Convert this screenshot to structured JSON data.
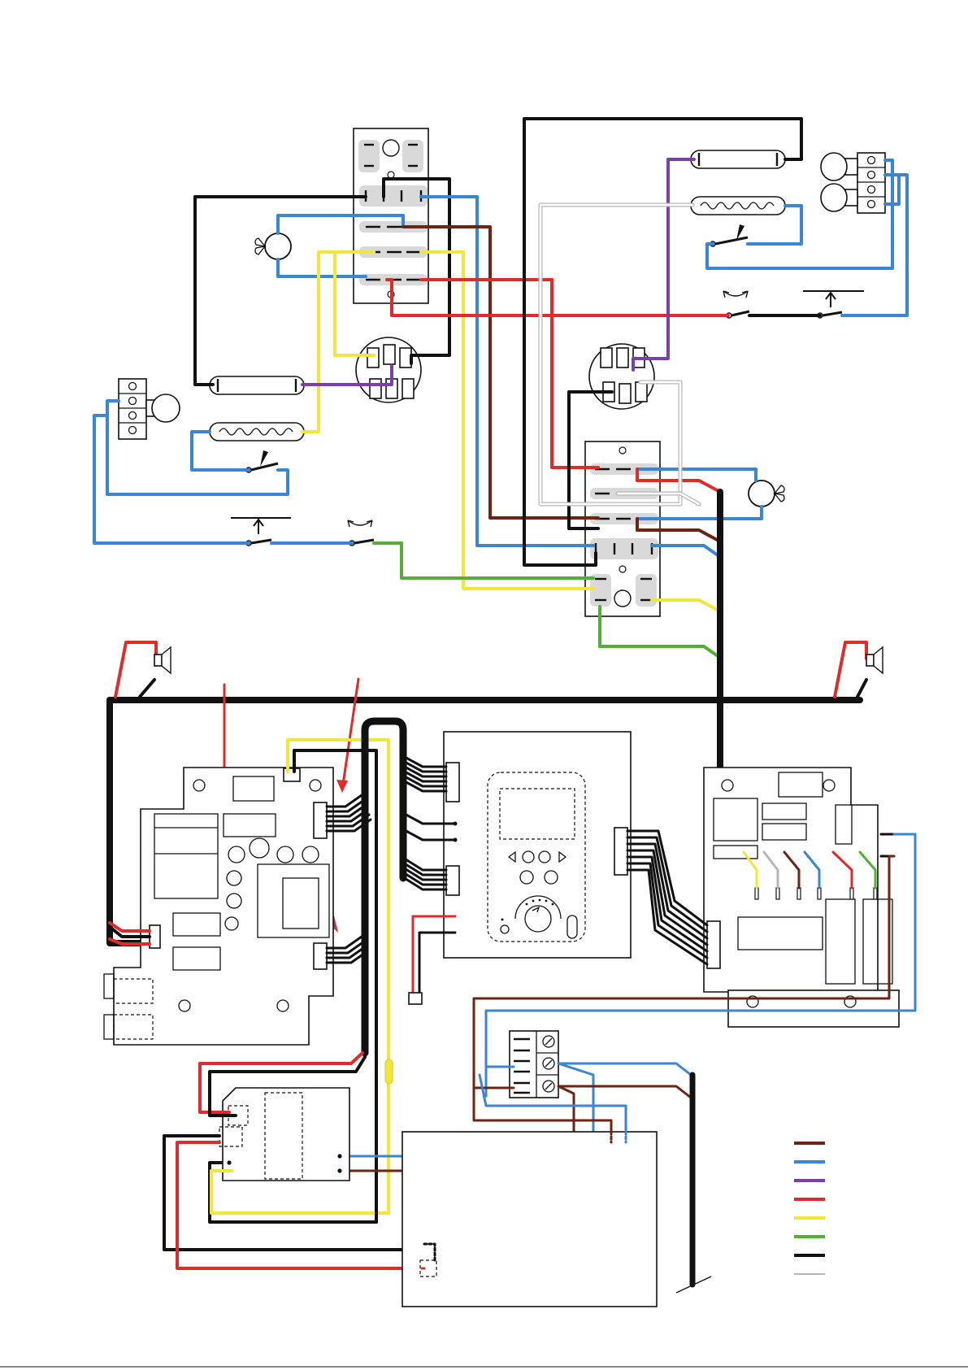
{
  "diagram": {
    "type": "wiring-diagram",
    "background": "#ffffff",
    "wire_colors": {
      "brown": "#6b2512",
      "blue": "#3a86d4",
      "purple": "#7b3fa8",
      "red": "#e02b2b",
      "yellow": "#f2e63a",
      "green": "#52b133",
      "black": "#111111",
      "grey": "#b5b5b5"
    },
    "legend": {
      "placement": "bottom-right",
      "entries": [
        {
          "color": "#6b2512",
          "icon": "brown-wire-swatch"
        },
        {
          "color": "#3a86d4",
          "icon": "blue-wire-swatch"
        },
        {
          "color": "#7b3fa8",
          "icon": "purple-wire-swatch"
        },
        {
          "color": "#e02b2b",
          "icon": "red-wire-swatch"
        },
        {
          "color": "#f2e63a",
          "icon": "yellow-wire-swatch"
        },
        {
          "color": "#52b133",
          "icon": "green-wire-swatch"
        },
        {
          "color": "#111111",
          "icon": "black-wire-swatch"
        },
        {
          "color": "#b5b5b5",
          "icon": "grey-wire-swatch"
        }
      ]
    },
    "components": [
      {
        "id": "left-socket-board",
        "icon": "socket-board-icon"
      },
      {
        "id": "right-socket-board",
        "icon": "socket-board-icon"
      },
      {
        "id": "left-round-connector",
        "icon": "round-connector-icon"
      },
      {
        "id": "right-round-connector",
        "icon": "round-connector-icon"
      },
      {
        "id": "left-fan",
        "icon": "fan-icon"
      },
      {
        "id": "right-fan",
        "icon": "fan-icon"
      },
      {
        "id": "left-lamp-tube",
        "icon": "lamp-tube-icon"
      },
      {
        "id": "left-heater-element",
        "icon": "heater-element-icon"
      },
      {
        "id": "right-lamp-tube",
        "icon": "lamp-tube-icon"
      },
      {
        "id": "right-heater-element",
        "icon": "heater-element-icon"
      },
      {
        "id": "left-terminal-block",
        "icon": "terminal-block-icon"
      },
      {
        "id": "right-terminal-block",
        "icon": "terminal-block-icon"
      },
      {
        "id": "left-thermostat-switch",
        "icon": "switch-icon"
      },
      {
        "id": "right-thermostat-switch",
        "icon": "switch-icon"
      },
      {
        "id": "left-door-switch",
        "icon": "pushbutton-switch-icon"
      },
      {
        "id": "right-door-switch",
        "icon": "pushbutton-switch-icon"
      },
      {
        "id": "left-buzzer",
        "icon": "speaker-icon"
      },
      {
        "id": "right-buzzer",
        "icon": "speaker-icon"
      },
      {
        "id": "power-board",
        "icon": "circuit-board-icon"
      },
      {
        "id": "control-panel",
        "icon": "control-panel-icon"
      },
      {
        "id": "relay-board",
        "icon": "circuit-board-icon"
      },
      {
        "id": "mains-terminal",
        "icon": "terminal-block-icon"
      },
      {
        "id": "small-module",
        "icon": "module-icon"
      },
      {
        "id": "base-enclosure",
        "icon": "enclosure-icon"
      }
    ]
  }
}
